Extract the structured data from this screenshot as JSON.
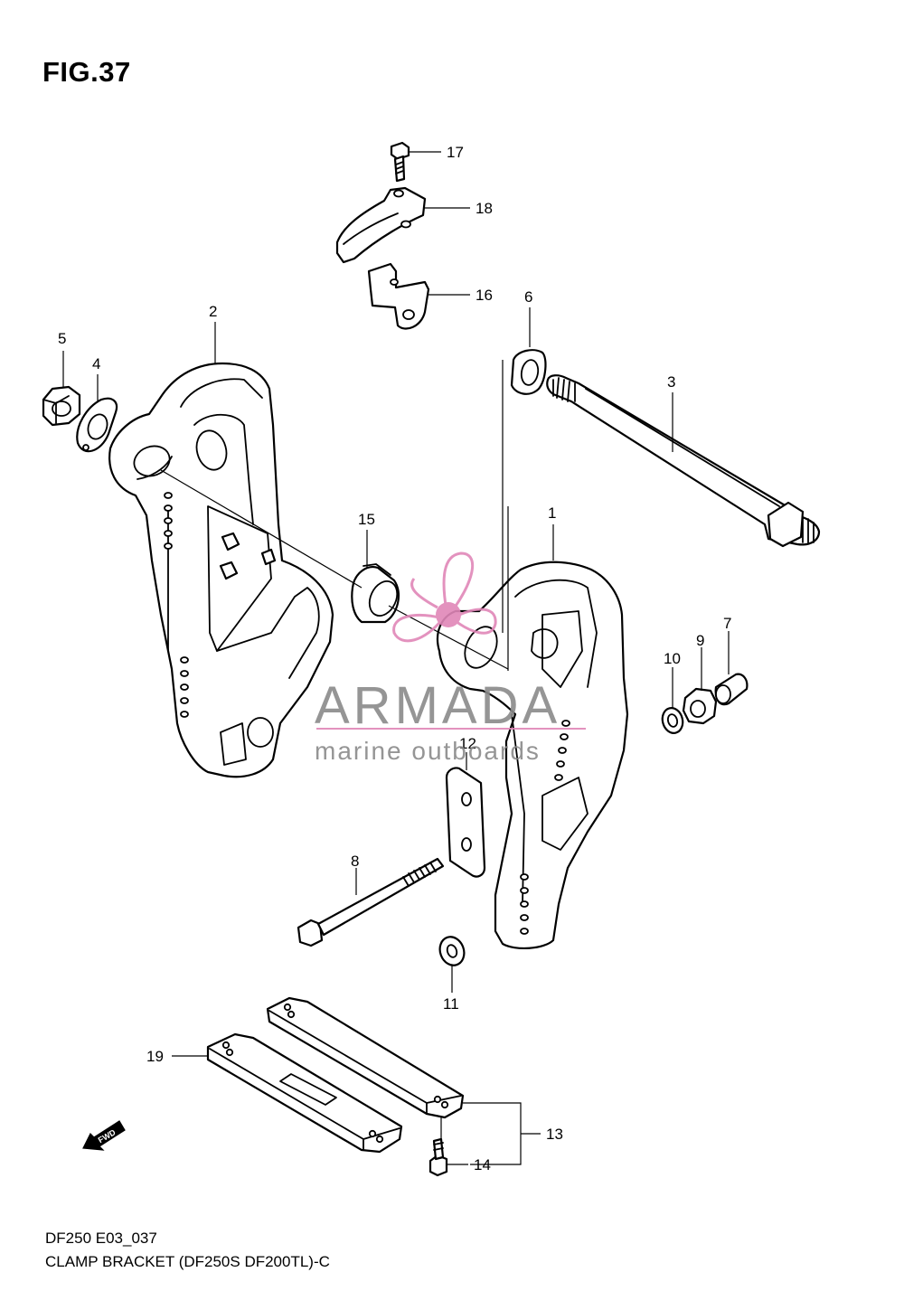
{
  "figure": {
    "title": "FIG.37",
    "code": "DF250 E03_037",
    "caption": "CLAMP BRACKET (DF250S DF200TL)-C"
  },
  "callouts": {
    "c1": "1",
    "c2": "2",
    "c3": "3",
    "c4": "4",
    "c5": "5",
    "c6": "6",
    "c7": "7",
    "c8": "8",
    "c9": "9",
    "c10": "10",
    "c11": "11",
    "c12": "12",
    "c13": "13",
    "c14": "14",
    "c15": "15",
    "c16": "16",
    "c17": "17",
    "c18": "18",
    "c19": "19"
  },
  "fwd_label": "FWD",
  "watermark": {
    "brand": "ARMADA",
    "tagline": "marine outboards",
    "accent_color": "#e087b8"
  },
  "colors": {
    "line": "#000000",
    "background": "#ffffff",
    "watermark_text": "#8a8a8a"
  }
}
